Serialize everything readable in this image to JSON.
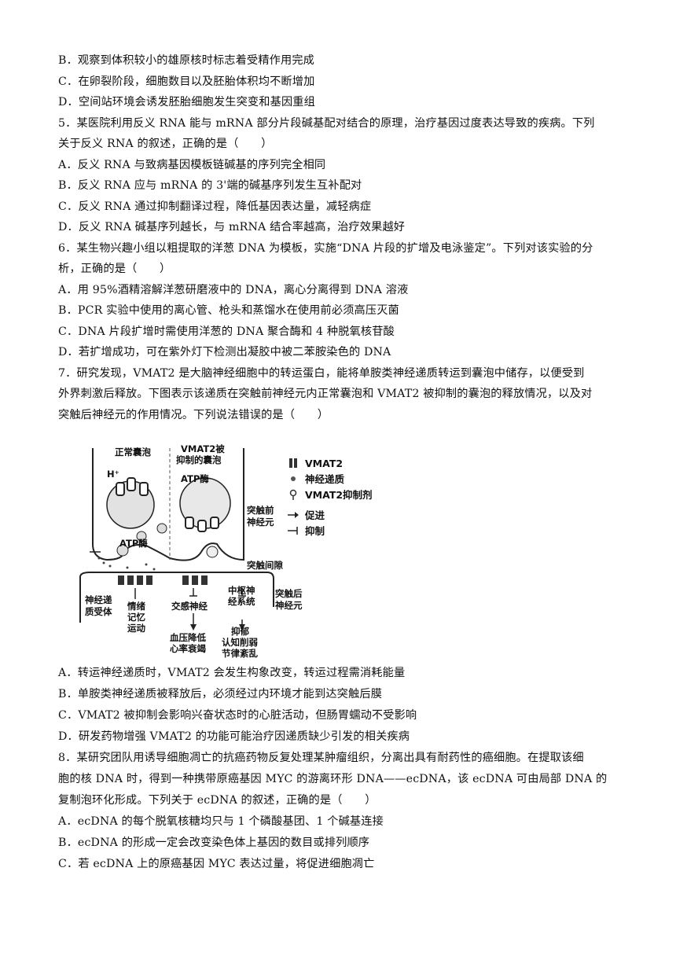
{
  "lines": [
    "B．观察到体积较小的雄原核时标志着受精作用完成",
    "C．在卵裂阶段，细胞数目以及胚胎体积均不断增加",
    "D．空间站环境会诱发胚胎细胞发生突变和基因重组",
    "5．某医院利用反义 RNA 能与 mRNA 部分片段碱基配对结合的原理，治疗基因过度表达导致的疾病。下列",
    "关于反义 RNA 的叙述，正确的是（　　）",
    "A．反义 RNA 与致病基因模板链碱基的序列完全相同",
    "B．反义 RNA 应与 mRNA 的 3'端的碱基序列发生互补配对",
    "C．反义 RNA 通过抑制翻译过程，降低基因表达量，减轻病症",
    "D．反义 RNA 碱基序列越长，与 mRNA 结合率越高，治疗效果越好",
    "6．某生物兴趣小组以粗提取的洋葱 DNA 为模板，实施“DNA 片段的扩增及电泳鉴定”。下列对该实验的分",
    "析，正确的是（　　）",
    "A．用 95%酒精溶解洋葱研磨液中的 DNA，离心分离得到 DNA 溶液",
    "B．PCR 实验中使用的离心管、枪头和蒸馏水在使用前必须高压灭菌",
    "C．DNA 片段扩增时需使用洋葱的 DNA 聚合酶和 4 种脱氧核苷酸",
    "D．若扩增成功，可在紫外灯下检测出凝胶中被二苯胺染色的 DNA",
    "7．研究发现，VMAT2 是大脑神经细胞中的转运蛋白，能将单胺类神经递质转运到囊泡中储存，以便受到",
    "外界刺激后释放。下图表示该递质在突触前神经元内正常囊泡和 VMAT2 被抑制的囊泡的释放情况，以及对",
    "突触后神经元的作用情况。下列说法错误的是（　　）"
  ],
  "lines_after": [
    "A．转运神经递质时，VMAT2 会发生构象改变，转运过程需消耗能量",
    "B．单胺类神经递质被释放后，必须经过内环境才能到达突触后膜",
    "C．VMAT2 被抑制会影响兴奋状态时的心脏活动，但肠胃蠕动不受影响",
    "D．研发药物增强 VMAT2 的功能可能治疗因递质缺少引发的相关疾病",
    "8．某研究团队用诱导细胞凋亡的抗癌药物反复处理某肿瘤组织，分离出具有耐药性的癌细胞。在提取该细",
    "胞的核 DNA 时，得到一种携带原癌基因 MYC 的游离环形 DNA——ecDNA，该 ecDNA 可由局部 DNA 的",
    "复制泡环化形成。下列关于 ecDNA 的叙述，正确的是（　　）",
    "A．ecDNA 的每个脱氧核糖均只与 1 个磷酸基团、1 个碱基连接",
    "B．ecDNA 的形成一定会改变染色体上基因的数目或排列顺序",
    "C．若 ecDNA 上的原癌基因 MYC 表达过量，将促进细胞凋亡"
  ],
  "figure": {
    "normal_vesicle": "正常囊泡",
    "inhibited_vesicle_1": "VMAT2被",
    "inhibited_vesicle_2": "抑制的囊泡",
    "h_ion": "H⁺",
    "atpase_top": "ATP酶",
    "atpase_left": "ATP酶",
    "presynaptic_1": "突触前",
    "presynaptic_2": "神经元",
    "cleft": "突触间隙",
    "postsynaptic_1": "突触后",
    "postsynaptic_2": "神经元",
    "receptor_1": "神经递",
    "receptor_2": "质受体",
    "emotion_1": "情绪",
    "emotion_2": "记忆",
    "emotion_3": "运动",
    "sympathetic": "交感神经",
    "cns_1": "中枢神",
    "cns_2": "经系统",
    "bp_1": "血压降低",
    "bp_2": "心率衰竭",
    "dep_1": "抑郁",
    "dep_2": "认知削弱",
    "dep_3": "节律紊乱",
    "legend": {
      "vmat2": "VMAT2",
      "transmitter": "神经递质",
      "inhibitor": "VMAT2抑制剂",
      "promote": "促进",
      "inhibit": "抑制"
    }
  }
}
